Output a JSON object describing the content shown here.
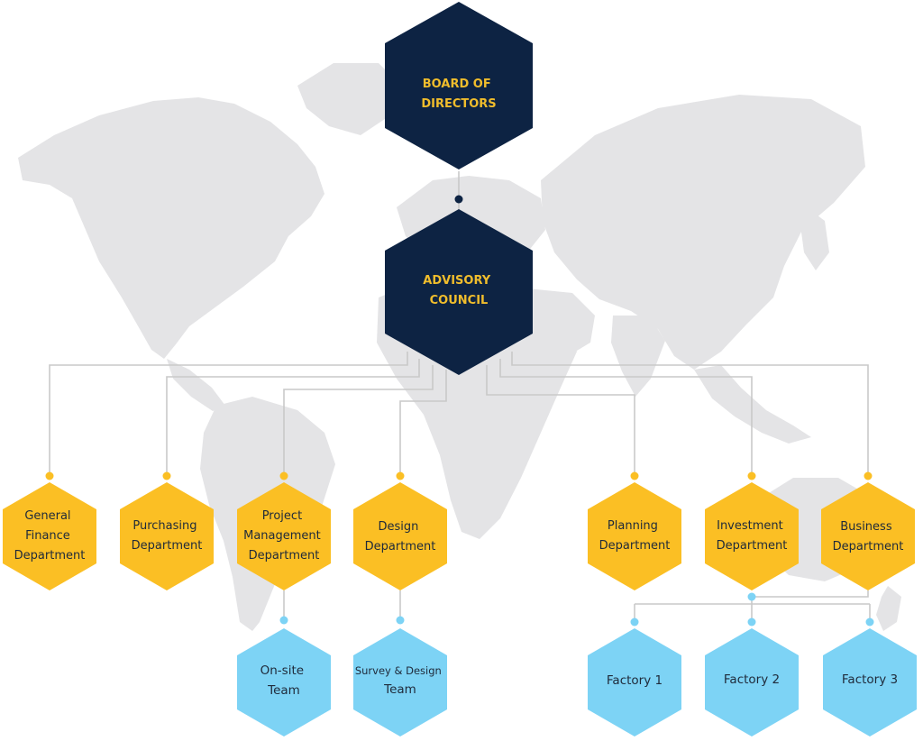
{
  "colors": {
    "dark": "#0d2343",
    "yellow": "#fbbf24",
    "blue": "#7dd3f5",
    "connector": "#c9c9c9",
    "map": "#e4e4e6"
  },
  "nodes": {
    "board": {
      "lines": [
        "BOARD OF",
        "DIRECTORS"
      ]
    },
    "advisory": {
      "lines": [
        "ADVISORY",
        "COUNCIL"
      ]
    },
    "general_finance": {
      "lines": [
        "General",
        "Finance",
        "Department"
      ]
    },
    "purchasing": {
      "lines": [
        "Purchasing",
        "Department"
      ]
    },
    "project_management": {
      "lines": [
        "Project",
        "Management",
        "Department"
      ]
    },
    "design": {
      "lines": [
        "Design",
        "Department"
      ]
    },
    "planning": {
      "lines": [
        "Planning",
        "Department"
      ]
    },
    "investment": {
      "lines": [
        "Investment",
        "Department"
      ]
    },
    "business": {
      "lines": [
        "Business",
        "Department"
      ]
    },
    "onsite_team": {
      "lines": [
        "On-site",
        "Team"
      ]
    },
    "survey_design_team": {
      "lines": [
        "Survey & Design",
        "Team"
      ]
    },
    "factory_1": {
      "lines": [
        "Factory 1"
      ]
    },
    "factory_2": {
      "lines": [
        "Factory 2"
      ]
    },
    "factory_3": {
      "lines": [
        "Factory 3"
      ]
    }
  }
}
